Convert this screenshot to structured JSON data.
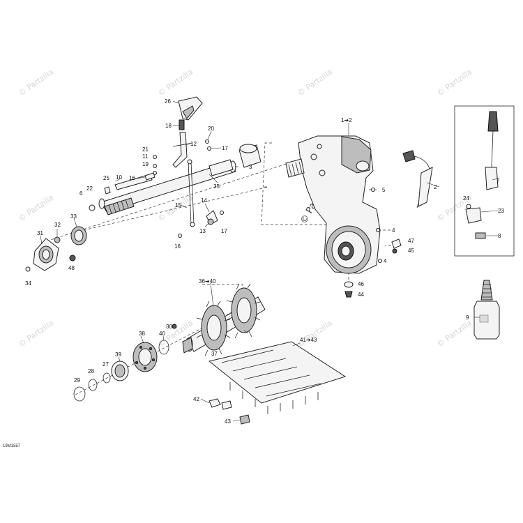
{
  "diagram_code": "19M1557",
  "watermark_text": "© Partzilla",
  "center_watermark_text": "© Partzilla.com",
  "callouts": [
    "26",
    "18",
    "20",
    "12",
    "17",
    "21",
    "19",
    "11",
    "16",
    "10",
    "25",
    "22",
    "6",
    "3",
    "35",
    "1➔2",
    "5",
    "2",
    "7",
    "24",
    "23",
    "8",
    "33",
    "32",
    "31",
    "14",
    "15",
    "13",
    "17",
    "16",
    "48",
    "34",
    "4",
    "47",
    "45",
    "4",
    "46",
    "44",
    "36➔40",
    "30",
    "38",
    "40",
    "37",
    "39",
    "27",
    "28",
    "29",
    "41➔43",
    "42",
    "43",
    "9"
  ]
}
